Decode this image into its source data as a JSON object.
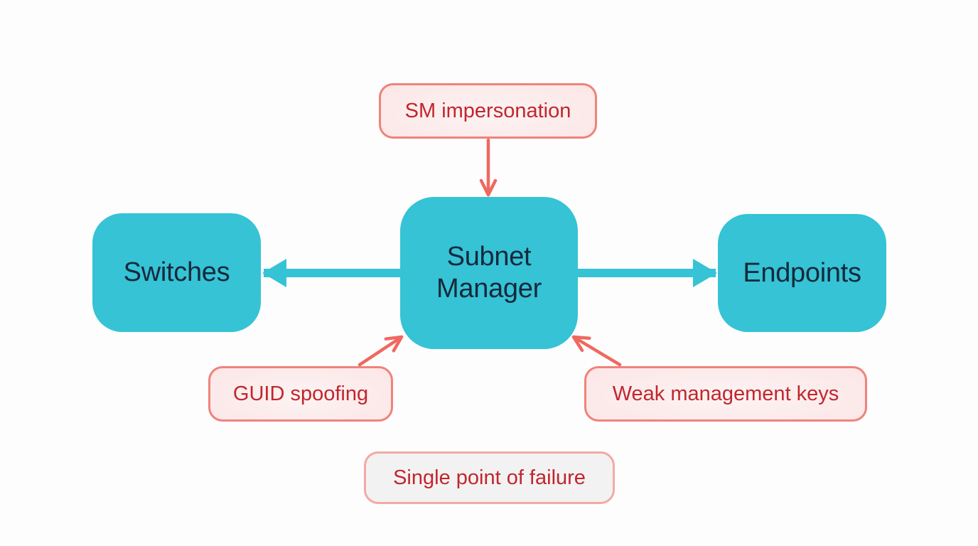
{
  "diagram": {
    "nodes": [
      {
        "id": "switches",
        "label": "Switches"
      },
      {
        "id": "subnet-manager",
        "label": "Subnet Manager"
      },
      {
        "id": "endpoints",
        "label": "Endpoints"
      }
    ],
    "threats": [
      {
        "id": "sm-impersonation",
        "label": "SM impersonation",
        "target": "subnet-manager"
      },
      {
        "id": "guid-spoofing",
        "label": "GUID spoofing",
        "target": "subnet-manager"
      },
      {
        "id": "weak-management-keys",
        "label": "Weak management keys",
        "target": "subnet-manager"
      },
      {
        "id": "single-point-of-failure",
        "label": "Single point of failure",
        "target": "subnet-manager"
      }
    ],
    "edges": [
      {
        "from": "subnet-manager",
        "to": "switches"
      },
      {
        "from": "subnet-manager",
        "to": "endpoints"
      }
    ],
    "colors": {
      "node_fill": "#35c3d5",
      "node_text": "#15293b",
      "threat_fill": "#fbe4e4",
      "threat_border": "#ef837b",
      "threat_text": "#c1262d",
      "arrow_red": "#f0685f",
      "spof_fill": "#f3f2f2",
      "spof_border": "#f2aaa3",
      "background": "#fdfdfd"
    }
  }
}
